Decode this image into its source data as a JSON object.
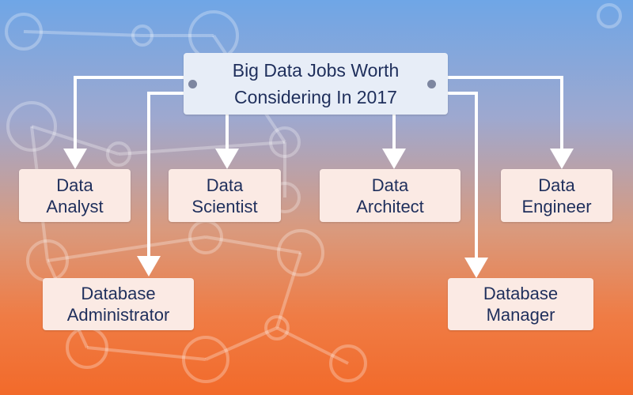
{
  "title": "Big Data Jobs Worth\nConsidering In 2017",
  "roles": {
    "data_analyst": "Data\nAnalyst",
    "data_scientist": "Data\nScientist",
    "data_architect": "Data\nArchitect",
    "data_engineer": "Data\nEngineer",
    "database_administrator": "Database\nAdministrator",
    "database_manager": "Database\nManager"
  },
  "colors": {
    "box": "#fbeae4",
    "title_box": "#e7edf7",
    "text": "#1f2f5c",
    "connector": "#ffffff"
  }
}
